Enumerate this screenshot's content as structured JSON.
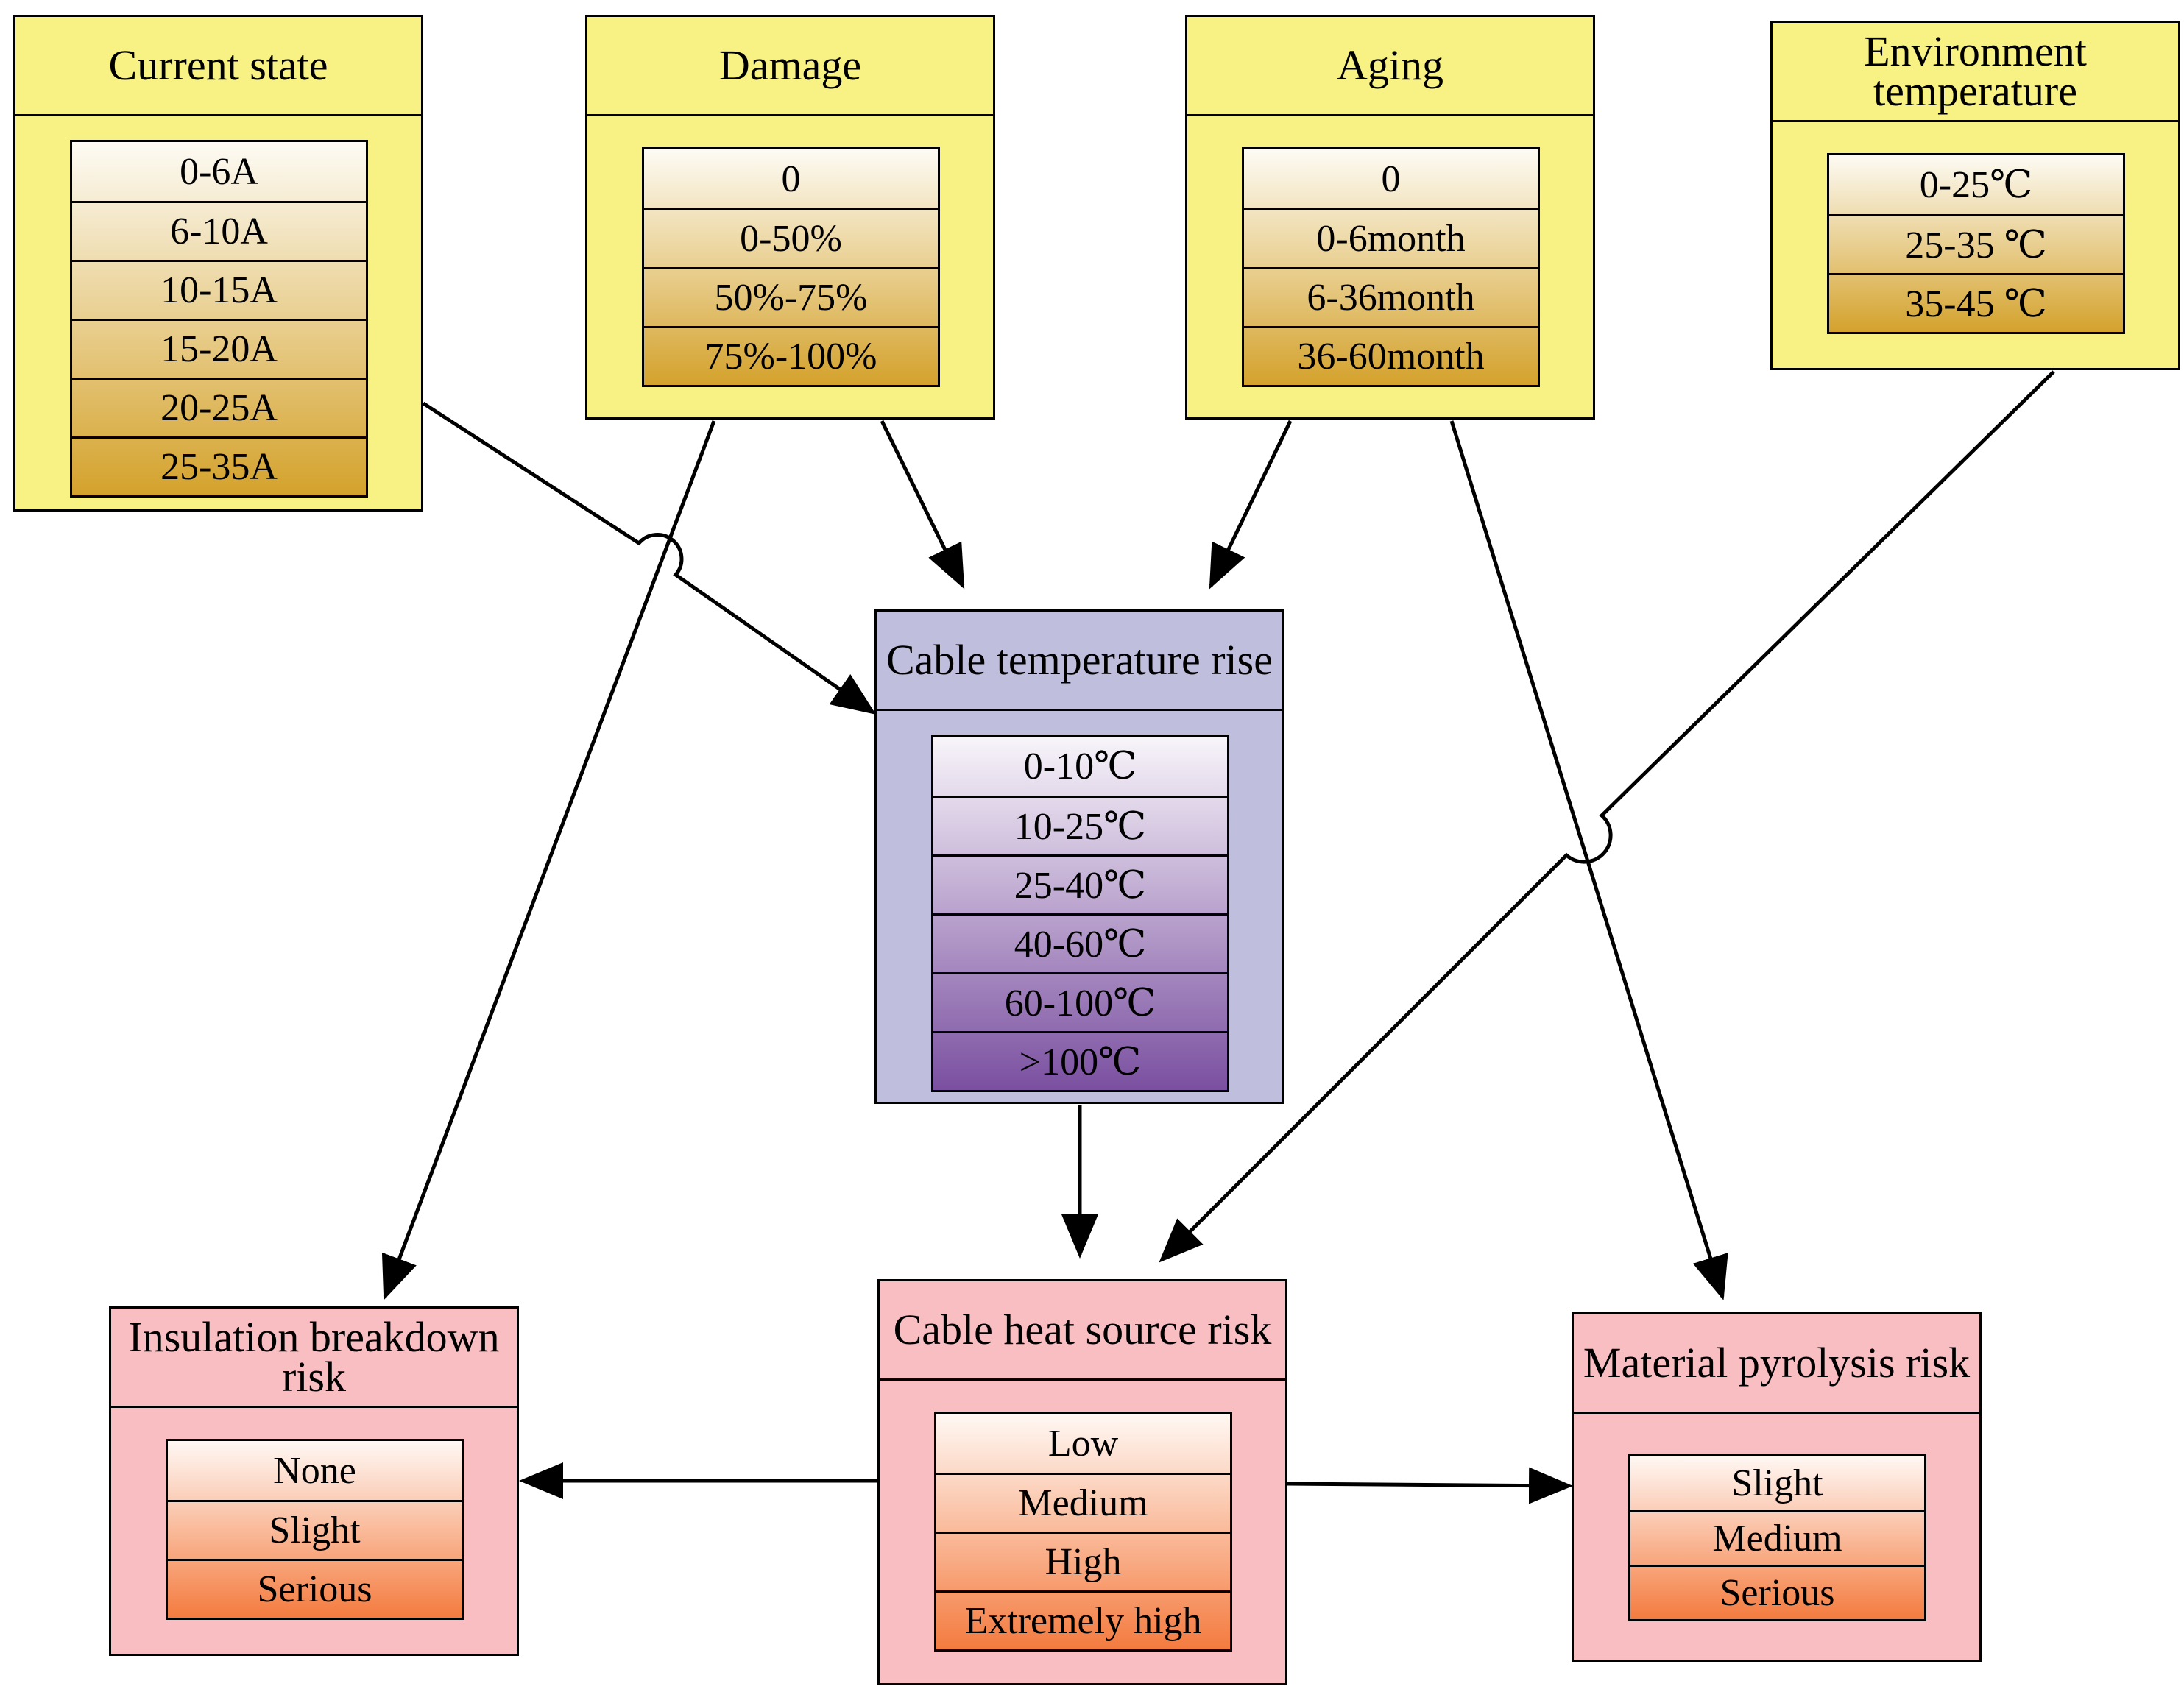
{
  "nodes": {
    "current_state": {
      "title": "Current state",
      "states": [
        "0-6A",
        "6-10A",
        "10-15A",
        "15-20A",
        "20-25A",
        "25-35A"
      ],
      "gradient": [
        "#fdfbf4",
        "#d4a22c"
      ]
    },
    "damage": {
      "title": "Damage",
      "states": [
        "0",
        "0-50%",
        "50%-75%",
        "75%-100%"
      ],
      "gradient": [
        "#fdfbf4",
        "#d4a22c"
      ]
    },
    "aging": {
      "title": "Aging",
      "states": [
        "0",
        "0-6month",
        "6-36month",
        "36-60month"
      ],
      "gradient": [
        "#fdfbf4",
        "#d4a22c"
      ]
    },
    "environment_temperature": {
      "title": "Environment temperature",
      "states": [
        "0-25℃",
        "25-35 ℃",
        "35-45 ℃"
      ],
      "gradient": [
        "#fdfbf4",
        "#d4a22c"
      ]
    },
    "cable_temperature_rise": {
      "title": "Cable temperature rise",
      "states": [
        "0-10℃",
        "10-25℃",
        "25-40℃",
        "40-60℃",
        "60-100℃",
        ">100℃"
      ],
      "gradient": [
        "#f8f5fa",
        "#7a4fa0"
      ]
    },
    "insulation_breakdown_risk": {
      "title": "Insulation breakdown risk",
      "states": [
        "None",
        "Slight",
        "Serious"
      ],
      "gradient": [
        "#fff8f4",
        "#f47b3f"
      ]
    },
    "cable_heat_source_risk": {
      "title": "Cable heat source risk",
      "states": [
        "Low",
        "Medium",
        "High",
        "Extremely high"
      ],
      "gradient": [
        "#fff8f4",
        "#f47b3f"
      ]
    },
    "material_pyrolysis_risk": {
      "title": "Material pyrolysis risk",
      "states": [
        "Slight",
        "Medium",
        "Serious"
      ],
      "gradient": [
        "#fff8f4",
        "#f47b3f"
      ]
    }
  },
  "edges": [
    {
      "from": "current_state",
      "to": "cable_temperature_rise"
    },
    {
      "from": "damage",
      "to": "cable_temperature_rise"
    },
    {
      "from": "damage",
      "to": "insulation_breakdown_risk"
    },
    {
      "from": "aging",
      "to": "cable_temperature_rise"
    },
    {
      "from": "aging",
      "to": "material_pyrolysis_risk"
    },
    {
      "from": "environment_temperature",
      "to": "cable_heat_source_risk"
    },
    {
      "from": "cable_temperature_rise",
      "to": "cable_heat_source_risk"
    },
    {
      "from": "cable_heat_source_risk",
      "to": "insulation_breakdown_risk"
    },
    {
      "from": "cable_heat_source_risk",
      "to": "material_pyrolysis_risk"
    }
  ],
  "colors": {
    "input_node": "#f7f283",
    "intermediate_node": "#bfbedd",
    "output_node": "#f8bec1",
    "edge": "#000000"
  }
}
